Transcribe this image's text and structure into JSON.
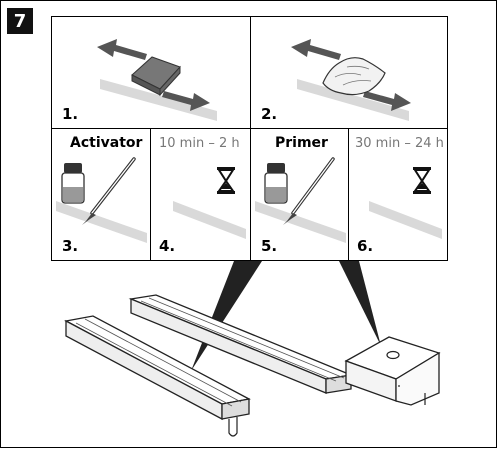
{
  "step_number": "7",
  "panels": [
    {
      "num": "1."
    },
    {
      "num": "2."
    },
    {
      "num": "3.",
      "heading": "Activator"
    },
    {
      "num": "4.",
      "time": "10 min – 2 h"
    },
    {
      "num": "5.",
      "heading": "Primer"
    },
    {
      "num": "6.",
      "time": "30 min – 24 h"
    }
  ],
  "icons": [
    "bidirectional-arrow",
    "cleaning-cloth",
    "bottle",
    "brush",
    "hourglass",
    "trough-profile",
    "mounting-block"
  ]
}
